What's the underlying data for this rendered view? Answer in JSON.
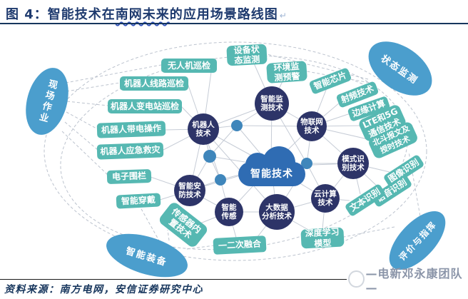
{
  "title": {
    "prefix": "图 4：",
    "part1": "智能技术在",
    "wavy_part": "南网未来",
    "part2": "的应用场景路线图",
    "paragraph_mark": "↵"
  },
  "footer": {
    "source": "资料来源：南方电网，安信证券研究中心",
    "watermark": "—电新邓永康团队—"
  },
  "colors": {
    "title_navy": "#1e3a6e",
    "app_box_teal": "#56b8b2",
    "tech_circle_navy": "#2d3468",
    "hub_dot_blue": "#3f86bb",
    "scene_ellipse_blue": "#4b9ecd",
    "cloud_blue": "#2f6cb3"
  },
  "diagram": {
    "center": {
      "label": "智能技术"
    },
    "scenes": [
      {
        "label": "现场作业"
      },
      {
        "label": "状态监测"
      },
      {
        "label": "智能装备"
      },
      {
        "label": "评价与指挥"
      }
    ],
    "technologies": [
      {
        "label": "机器人\n技术"
      },
      {
        "label": "智能监\n测技术"
      },
      {
        "label": "物联网\n技术"
      },
      {
        "label": "模式识\n别技术"
      },
      {
        "label": "云计算\n技术"
      },
      {
        "label": "大数据\n分析技术"
      },
      {
        "label": "智能\n传感"
      },
      {
        "label": "智能安\n防技术"
      }
    ],
    "applications": [
      {
        "label": "无人机巡检"
      },
      {
        "label": "机器人线路巡检"
      },
      {
        "label": "机器人变电站巡检"
      },
      {
        "label": "机器人带电操作"
      },
      {
        "label": "机器人应急救灾"
      },
      {
        "label": "电子围栏"
      },
      {
        "label": "智能穿戴"
      },
      {
        "label": "传感器内\n置技术"
      },
      {
        "label": "一二次融合"
      },
      {
        "label": "设备状\n态监测"
      },
      {
        "label": "环境监\n测预警"
      },
      {
        "label": "智能芯片"
      },
      {
        "label": "射频技术"
      },
      {
        "label": "边缘计算"
      },
      {
        "label": "LTE和5G\n通信技术"
      },
      {
        "label": "北斗报文及\n授时技术"
      },
      {
        "label": "图像识别"
      },
      {
        "label": "语音识别"
      },
      {
        "label": "文本识别"
      },
      {
        "label": "深度学习\n模型"
      }
    ]
  }
}
